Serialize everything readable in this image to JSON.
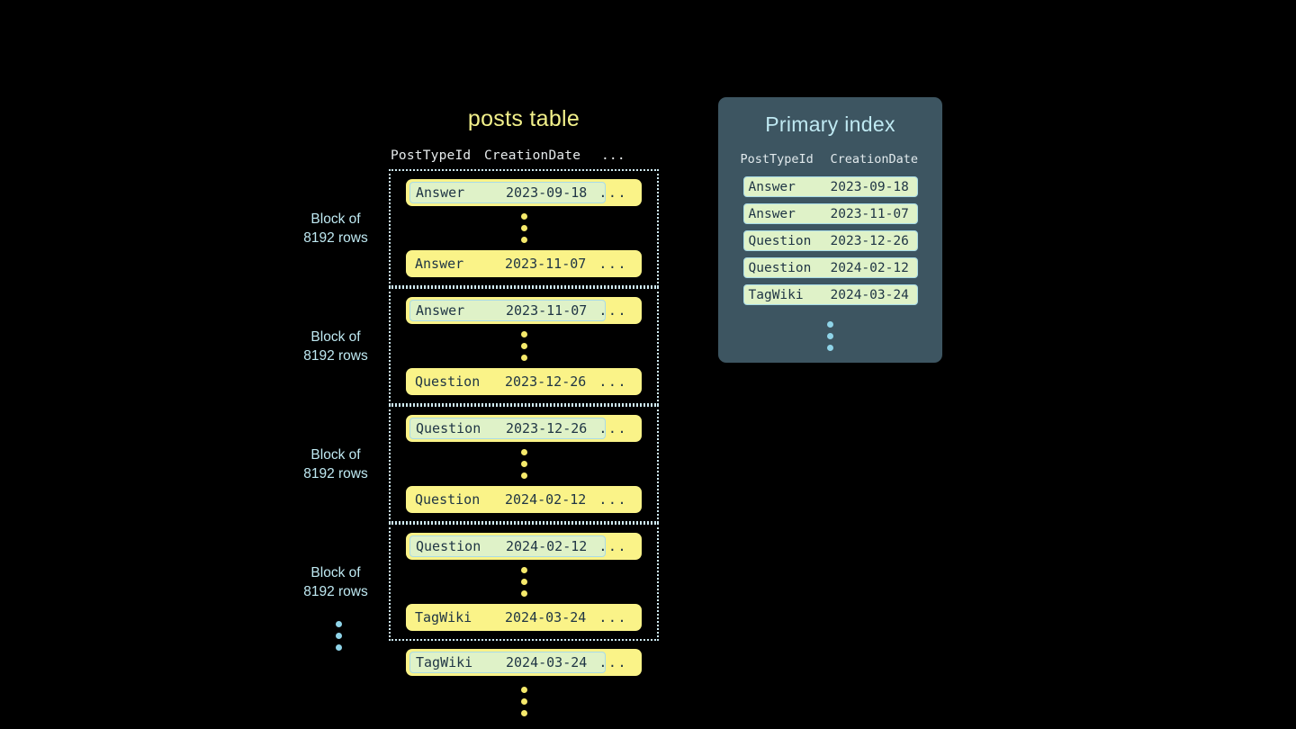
{
  "posts_table": {
    "title": "posts table",
    "columns": [
      "PostTypeId",
      "CreationDate",
      "..."
    ],
    "more_cell": "...",
    "block_label": "Block of\n8192 rows",
    "block_label_line1": "Block of",
    "block_label_line2": "8192 rows",
    "blocks": [
      {
        "label_line1": "Block of",
        "label_line2": "8192 rows",
        "first_row": {
          "type": "Answer",
          "date": "2023-09-18",
          "more": "...",
          "highlighted": true
        },
        "last_row": {
          "type": "Answer",
          "date": "2023-11-07",
          "more": "...",
          "highlighted": false
        }
      },
      {
        "label_line1": "Block of",
        "label_line2": "8192 rows",
        "first_row": {
          "type": "Answer",
          "date": "2023-11-07",
          "more": "...",
          "highlighted": true
        },
        "last_row": {
          "type": "Question",
          "date": "2023-12-26",
          "more": "...",
          "highlighted": false
        }
      },
      {
        "label_line1": "Block of",
        "label_line2": "8192 rows",
        "first_row": {
          "type": "Question",
          "date": "2023-12-26",
          "more": "...",
          "highlighted": true
        },
        "last_row": {
          "type": "Question",
          "date": "2024-02-12",
          "more": "...",
          "highlighted": false
        }
      },
      {
        "label_line1": "Block of",
        "label_line2": "8192 rows",
        "first_row": {
          "type": "Question",
          "date": "2024-02-12",
          "more": "...",
          "highlighted": true
        },
        "last_row": {
          "type": "TagWiki",
          "date": "2024-03-24",
          "more": "...",
          "highlighted": false
        }
      }
    ],
    "tail_row": {
      "type": "TagWiki",
      "date": "2024-03-24",
      "more": "...",
      "highlighted": true
    }
  },
  "primary_index": {
    "title": "Primary index",
    "columns": [
      "PostTypeId",
      "CreationDate"
    ],
    "rows": [
      {
        "type": "Answer",
        "date": "2023-09-18"
      },
      {
        "type": "Answer",
        "date": "2023-11-07"
      },
      {
        "type": "Question",
        "date": "2023-12-26"
      },
      {
        "type": "Question",
        "date": "2024-02-12"
      },
      {
        "type": "TagWiki",
        "date": "2024-03-24"
      }
    ]
  },
  "colors": {
    "background": "#000000",
    "row_yellow": "#faf388",
    "row_highlight_mint": "#dff2c8",
    "highlight_border_cyan": "#a9dbe6",
    "title_yellow": "#f2f08a",
    "label_cyan": "#bfe9f2",
    "panel_slate": "#3d5561",
    "text_navy": "#1e3444",
    "header_gray": "#e6ebec",
    "dot_yellow": "#f5e96b",
    "dot_cyan": "#8fd4e8"
  }
}
